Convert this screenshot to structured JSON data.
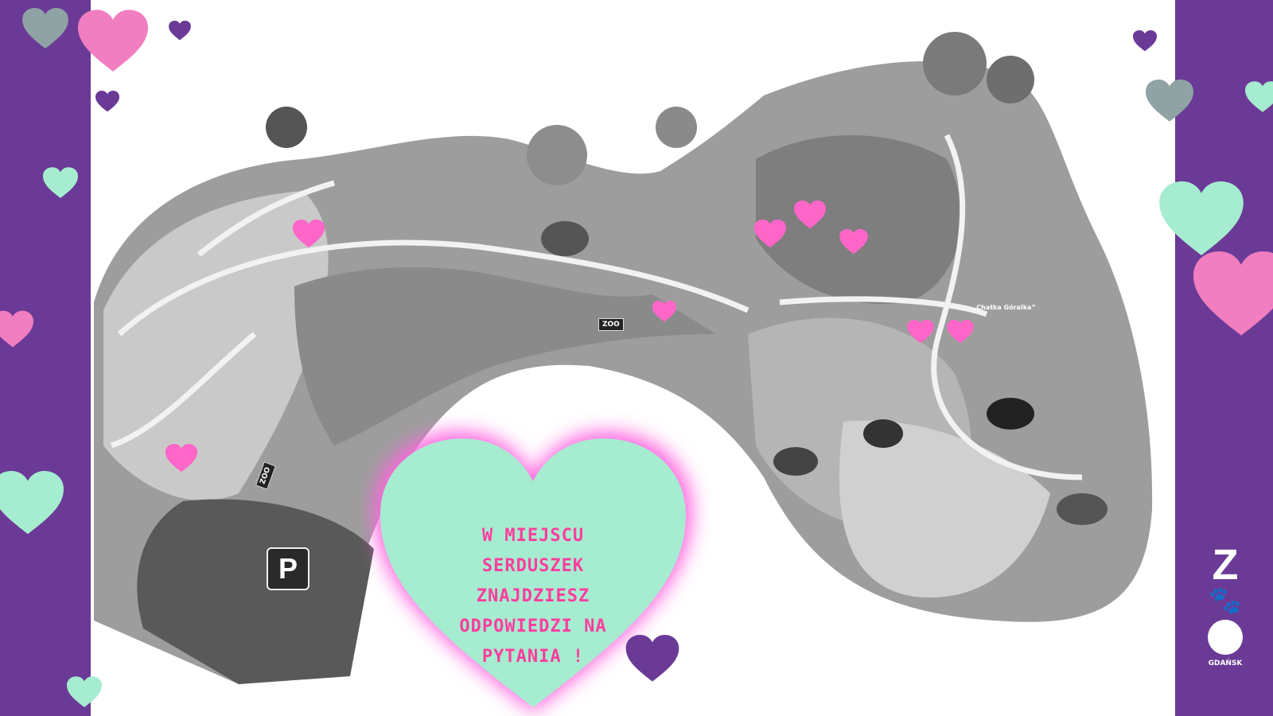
{
  "title": "Mapa ZOO Gdańsk",
  "callout": {
    "lines": [
      "W MIEJSCU",
      "SERDUSZEK",
      "ZNAJDZIESZ",
      "ODPOWIEDZI NA",
      "PYTANIA !"
    ]
  },
  "map_labels": {
    "parking": "P",
    "zoo_sign": "ZOO",
    "chatka": "„Chatka Góralka”"
  },
  "logo": {
    "top": "Z",
    "bottom": "GDAŃSK"
  },
  "colors": {
    "purple": "#6b3a96",
    "mint": "#a6ecd0",
    "pink": "#f07ec0",
    "heart_marker": "#ff66c8",
    "text_pink": "#ff3d9e",
    "map_gray": "#9a9a9a"
  }
}
